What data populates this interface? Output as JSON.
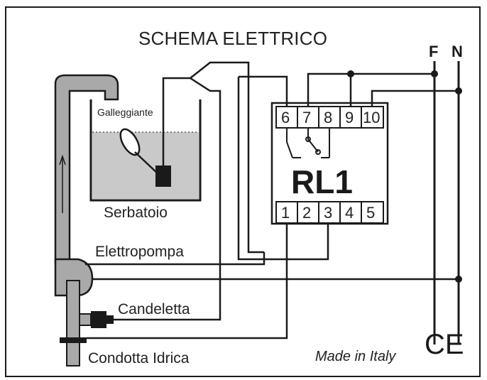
{
  "title": "SCHEMA ELETTRICO",
  "phase_labels": {
    "f": "F",
    "n": "N"
  },
  "relay": {
    "name": "RL1",
    "top_terminals": [
      "6",
      "7",
      "8",
      "9",
      "10"
    ],
    "bottom_terminals": [
      "1",
      "2",
      "3",
      "4",
      "5"
    ]
  },
  "labels": {
    "float": "Galleggiante",
    "tank": "Serbatoio",
    "pump": "Elettropompa",
    "candle": "Candeletta",
    "pipe": "Condotta Idrica",
    "made_in": "Made in Italy",
    "ce_mark": "CE"
  },
  "colors": {
    "line": "#1a1a1a",
    "water": "#c9c9c9",
    "pipe_fill": "#a9a9a9"
  }
}
